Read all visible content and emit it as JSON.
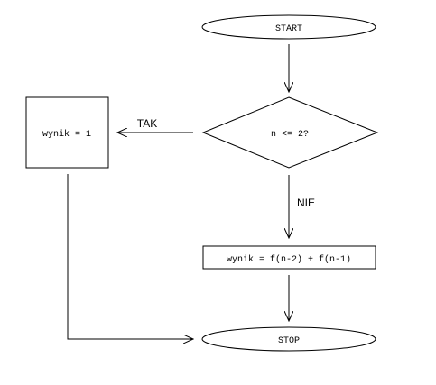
{
  "flowchart": {
    "start_label": "START",
    "condition_label": "n <= 2?",
    "assign_base_label": "wynik = 1",
    "assign_recursive_label": "wynik = f(n-2) + f(n-1)",
    "stop_label": "STOP",
    "branch_yes_label": "TAK",
    "branch_no_label": "NIE"
  }
}
